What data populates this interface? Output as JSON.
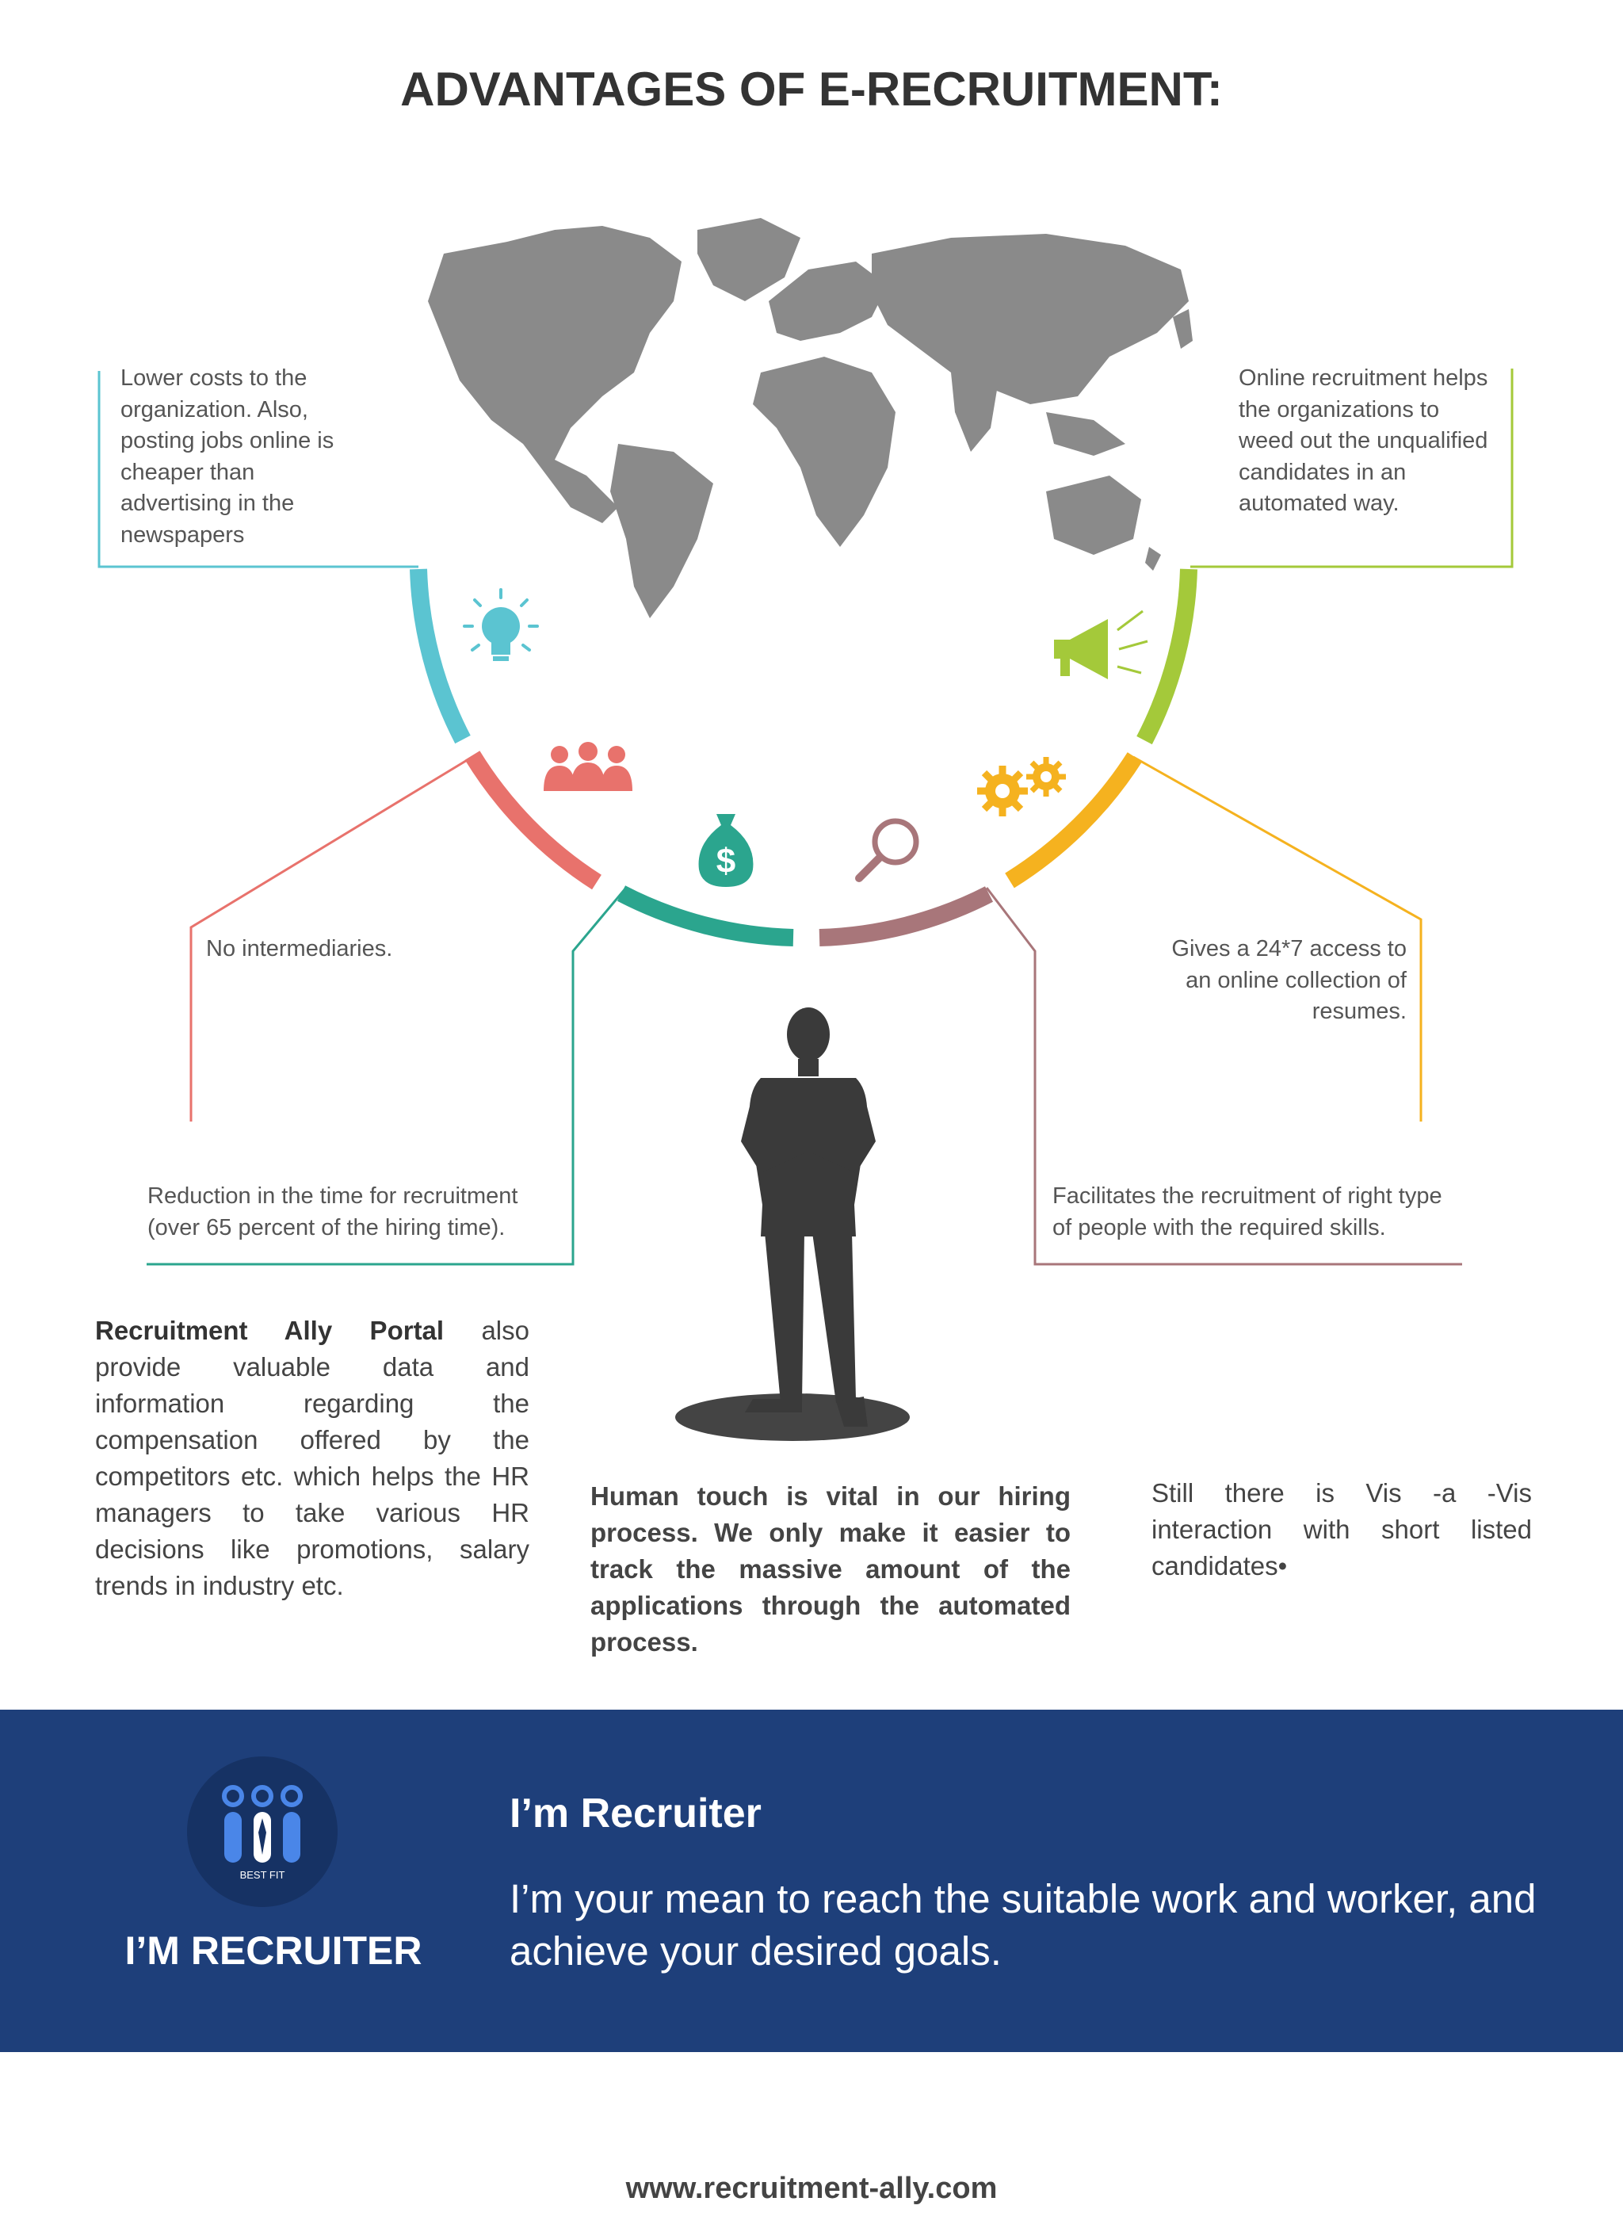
{
  "title": "ADVANTAGES OF E-RECRUITMENT:",
  "colors": {
    "teal_light": "#5bc4d1",
    "salmon": "#e8726c",
    "teal_dark": "#2ba58e",
    "mauve": "#a8767a",
    "orange": "#f5b21f",
    "green": "#a4c93a",
    "banner_blue": "#1e3f7a",
    "map_gray": "#8a8a8a",
    "silhouette": "#3a3a3a"
  },
  "advantages": {
    "lower_costs": "Lower costs to the organization. Also, posting jobs online is cheaper than advertising in the newspapers",
    "online_recruitment": "Online recruitment helps the organizations to weed out the unqualified candidates in an automated way.",
    "no_intermediaries": "No intermediaries.",
    "access": "Gives a 24*7 access to an online collection of resumes.",
    "time_reduction": "Reduction in the time for recruitment (over 65 percent of the hiring time).",
    "right_people": "Facilitates the recruitment of right type of people with the required skills."
  },
  "paragraphs": {
    "portal_bold": "Recruitment Ally Portal",
    "portal_rest": " also provide valuable data and information regarding the compensation offered by the competitors etc. which helps the HR managers to take various HR decisions like promotions, salary trends in industry etc.",
    "human_touch": "Human touch is vital in our hiring process. We only make it easier to track the massive amount of the applications through the automated process.",
    "interaction": "Still there is Vis -a -Vis interaction with short listed candidates•"
  },
  "icons": [
    "lightbulb-icon",
    "people-icon",
    "money-bag-icon",
    "magnifier-icon",
    "gears-icon",
    "megaphone-icon",
    "world-map",
    "businessman-silhouette"
  ],
  "banner": {
    "logo_small_text": "BEST FIT",
    "logo_name": "I’M RECRUITER",
    "heading": "I’m Recruiter",
    "tagline": "I’m your mean to reach the suitable work and worker, and achieve your desired goals."
  },
  "website": "www.recruitment-ally.com"
}
